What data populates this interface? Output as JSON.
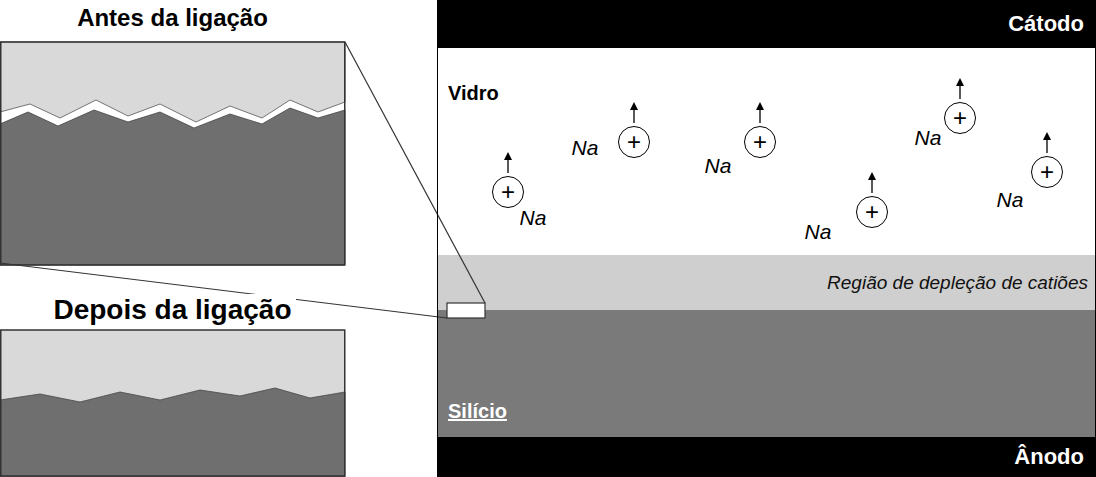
{
  "diagram": {
    "nodes": [
      {
        "text": [
          "Antes da ligação"
        ]
      },
      {
        "text": [
          "Depois da ligação"
        ]
      },
      {
        "text": [
          "Cátodo"
        ]
      },
      {
        "text": [
          "Vidro"
        ]
      },
      {
        "text": [
          "+",
          "Na"
        ],
        "in": 3
      },
      {
        "text": [
          "+",
          "Na"
        ],
        "in": 3
      },
      {
        "text": [
          "+",
          "Na"
        ],
        "in": 3
      },
      {
        "text": [
          "+",
          "Na"
        ],
        "in": 3
      },
      {
        "text": [
          "+",
          "Na"
        ],
        "in": 3
      },
      {
        "text": [
          "+",
          "Na"
        ],
        "in": 3
      },
      {
        "text": [
          "Região de depleção de catiões"
        ]
      },
      {
        "text": [
          "Silício"
        ]
      },
      {
        "text": [
          "Ânodo"
        ]
      }
    ]
  }
}
